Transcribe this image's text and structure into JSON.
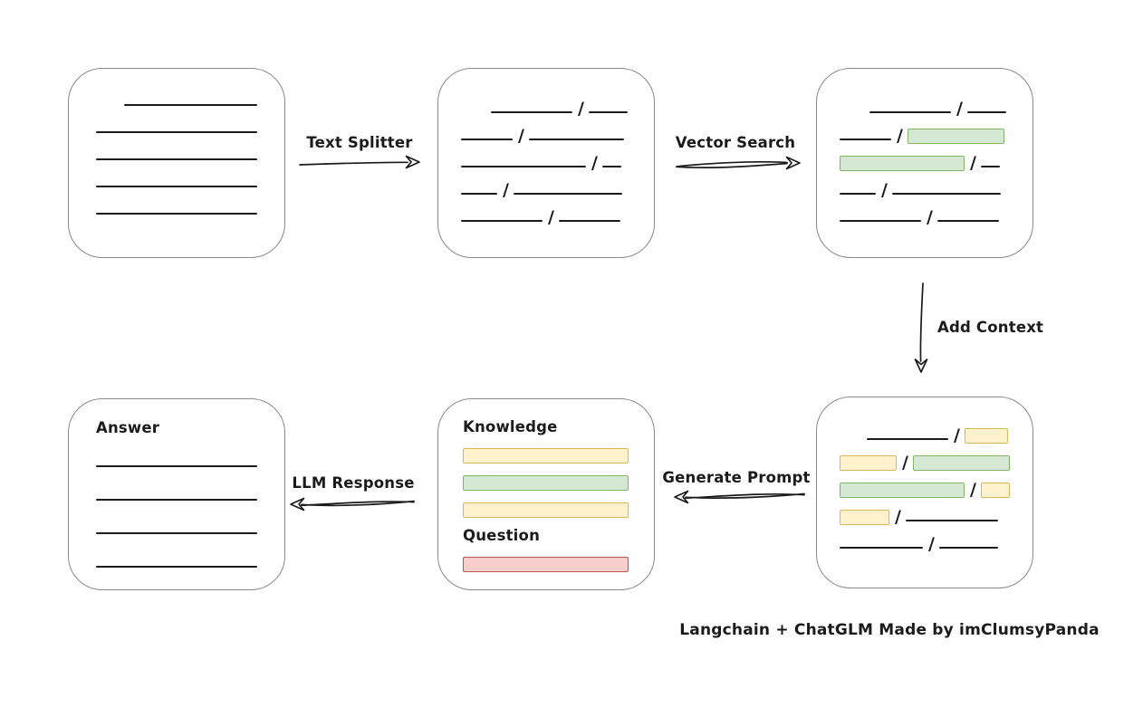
{
  "palette": {
    "green_fill": "#d5e8d4",
    "green_stroke": "#82b366",
    "yellow_fill": "#fff2cc",
    "yellow_stroke": "#d6b656",
    "red_fill": "#f8cecc",
    "red_stroke": "#b85450",
    "ink": "#1b1b1b",
    "box_border": "#8a8a8a"
  },
  "labels": {
    "text_splitter": "Text Splitter",
    "vector_search": "Vector Search",
    "add_context": "Add Context",
    "generate_prompt": "Generate Prompt",
    "llm_response": "LLM Response",
    "knowledge": "Knowledge",
    "question": "Question",
    "answer": "Answer",
    "slash": "/"
  },
  "footer": {
    "credit": "Langchain + ChatGLM Made by imClumsyPanda"
  },
  "diagram": {
    "boxes": [
      {
        "id": "source-document",
        "rows": [
          [
            {
              "t": "line",
              "w": 148,
              "ml": 31
            }
          ],
          [
            {
              "t": "line",
              "w": 180
            }
          ],
          [
            {
              "t": "line",
              "w": 180
            }
          ],
          [
            {
              "t": "line",
              "w": 180
            }
          ],
          [
            {
              "t": "line",
              "w": 180
            }
          ]
        ]
      },
      {
        "id": "split-chunks",
        "rows": [
          [
            {
              "t": "line",
              "w": 90,
              "ml": 33
            },
            {
              "t": "s"
            },
            {
              "t": "line",
              "w": 43
            }
          ],
          [
            {
              "t": "line",
              "w": 57
            },
            {
              "t": "s"
            },
            {
              "t": "line",
              "w": 105
            }
          ],
          [
            {
              "t": "line",
              "w": 138
            },
            {
              "t": "s"
            },
            {
              "t": "line",
              "w": 21
            }
          ],
          [
            {
              "t": "line",
              "w": 40
            },
            {
              "t": "s"
            },
            {
              "t": "line",
              "w": 120
            }
          ],
          [
            {
              "t": "line",
              "w": 90
            },
            {
              "t": "s"
            },
            {
              "t": "line",
              "w": 68
            }
          ]
        ]
      },
      {
        "id": "matched-chunks",
        "rows": [
          [
            {
              "t": "line",
              "w": 90,
              "ml": 33
            },
            {
              "t": "s"
            },
            {
              "t": "line",
              "w": 43
            }
          ],
          [
            {
              "t": "line",
              "w": 57
            },
            {
              "t": "s"
            },
            {
              "t": "bar",
              "c": "g",
              "w": 107
            }
          ],
          [
            {
              "t": "bar",
              "c": "g",
              "w": 138
            },
            {
              "t": "s"
            },
            {
              "t": "line",
              "w": 21
            }
          ],
          [
            {
              "t": "line",
              "w": 40
            },
            {
              "t": "s"
            },
            {
              "t": "line",
              "w": 120
            }
          ],
          [
            {
              "t": "line",
              "w": 90
            },
            {
              "t": "s"
            },
            {
              "t": "line",
              "w": 68
            }
          ]
        ]
      },
      {
        "id": "context-chunks",
        "rows": [
          [
            {
              "t": "line",
              "w": 90,
              "ml": 30
            },
            {
              "t": "s"
            },
            {
              "t": "bar",
              "c": "y",
              "w": 48
            }
          ],
          [
            {
              "t": "bar",
              "c": "y",
              "w": 63
            },
            {
              "t": "s"
            },
            {
              "t": "bar",
              "c": "g",
              "w": 107
            }
          ],
          [
            {
              "t": "bar",
              "c": "g",
              "w": 138
            },
            {
              "t": "s"
            },
            {
              "t": "bar",
              "c": "y",
              "w": 32
            }
          ],
          [
            {
              "t": "bar",
              "c": "y",
              "w": 55
            },
            {
              "t": "s"
            },
            {
              "t": "line",
              "w": 102
            }
          ],
          [
            {
              "t": "line",
              "w": 92
            },
            {
              "t": "s"
            },
            {
              "t": "line",
              "w": 65
            }
          ]
        ]
      },
      {
        "id": "prompt",
        "rows": [
          [
            {
              "t": "text",
              "k": "knowledge"
            }
          ],
          [
            {
              "t": "bar",
              "c": "y",
              "w": 183
            }
          ],
          [
            {
              "t": "bar",
              "c": "g",
              "w": 183
            }
          ],
          [
            {
              "t": "bar",
              "c": "y",
              "w": 183
            }
          ],
          [
            {
              "t": "text",
              "k": "question"
            }
          ],
          [
            {
              "t": "bar",
              "c": "r",
              "w": 183
            }
          ]
        ]
      },
      {
        "id": "answer",
        "rows": [
          [
            {
              "t": "text",
              "k": "answer"
            }
          ],
          [
            {
              "t": "line",
              "w": 178
            }
          ],
          [
            {
              "t": "line",
              "w": 178
            }
          ],
          [
            {
              "t": "line",
              "w": 178
            }
          ],
          [
            {
              "t": "line",
              "w": 178
            }
          ]
        ]
      }
    ]
  }
}
